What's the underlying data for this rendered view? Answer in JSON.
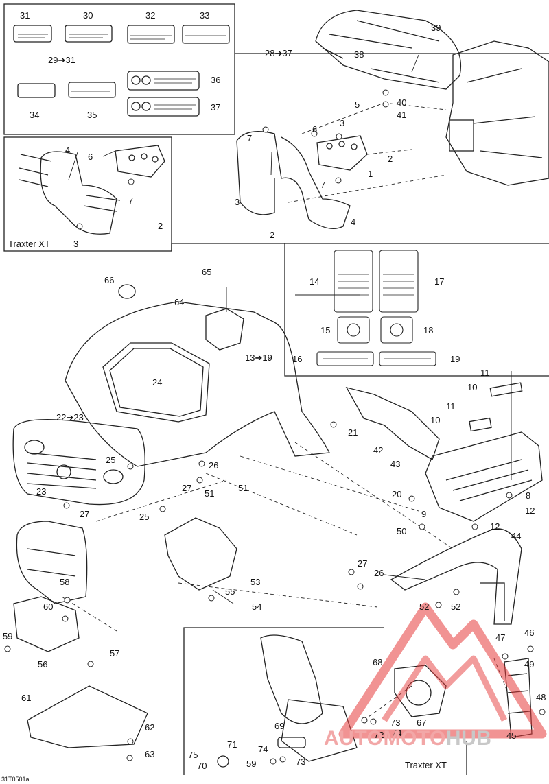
{
  "labels": {
    "l31": "31",
    "l30": "30",
    "l32": "32",
    "l33": "33",
    "l29": "29➔31",
    "l2837": "28➔37",
    "l39": "39",
    "l38": "38",
    "l34": "34",
    "l35": "35",
    "l36": "36",
    "l37": "37",
    "l5": "5",
    "l40": "40",
    "l41": "41",
    "l4a": "4",
    "l6a": "6",
    "l7a": "7",
    "l3a": "3",
    "l2a": "2",
    "l7b": "7",
    "l6b": "6",
    "l3b": "3",
    "l2b": "2",
    "l1": "1",
    "l7c": "7",
    "l3c": "3",
    "l4b": "4",
    "l2c": "2",
    "l66": "66",
    "l65": "65",
    "l64": "64",
    "l14": "14",
    "l17": "17",
    "l15": "15",
    "l18": "18",
    "l16": "16",
    "l19": "19",
    "l1319": "13➔19",
    "l24": "24",
    "l11a": "11",
    "l10a": "10",
    "l11b": "11",
    "l10b": "10",
    "l2223": "22➔23",
    "l21": "21",
    "l42": "42",
    "l43": "43",
    "l25a": "25",
    "l26a": "26",
    "l27a": "27",
    "l51a": "51",
    "l51b": "51",
    "l23": "23",
    "l27b": "27",
    "l25b": "25",
    "l20": "20",
    "l8": "8",
    "l9": "9",
    "l12a": "12",
    "l50": "50",
    "l12b": "12",
    "l44": "44",
    "l53": "53",
    "l55": "55",
    "l54": "54",
    "l58": "58",
    "l60": "60",
    "l59a": "59",
    "l57": "57",
    "l56": "56",
    "l27c": "27",
    "l26b": "26",
    "l52a": "52",
    "l52b": "52",
    "l47": "47",
    "l46": "46",
    "l49": "49",
    "l48": "48",
    "l45": "45",
    "l61": "61",
    "l62": "62",
    "l63": "63",
    "l68": "68",
    "l69": "69",
    "l72": "72",
    "l74a": "74",
    "l73a": "73",
    "l67": "67",
    "l75": "75",
    "l71": "71",
    "l70": "70",
    "l74b": "74",
    "l59b": "59",
    "l73b": "73"
  },
  "variants": {
    "top": "Traxter XT",
    "bottom": "Traxter XT"
  },
  "code": "31T0501a",
  "watermark": {
    "part1": "AUTO",
    "part2": "MOTO",
    "part3": "HUB"
  },
  "colors": {
    "line": "#222222",
    "watermark_red": "#e63a3a",
    "watermark_gray": "#bdbdbd"
  }
}
